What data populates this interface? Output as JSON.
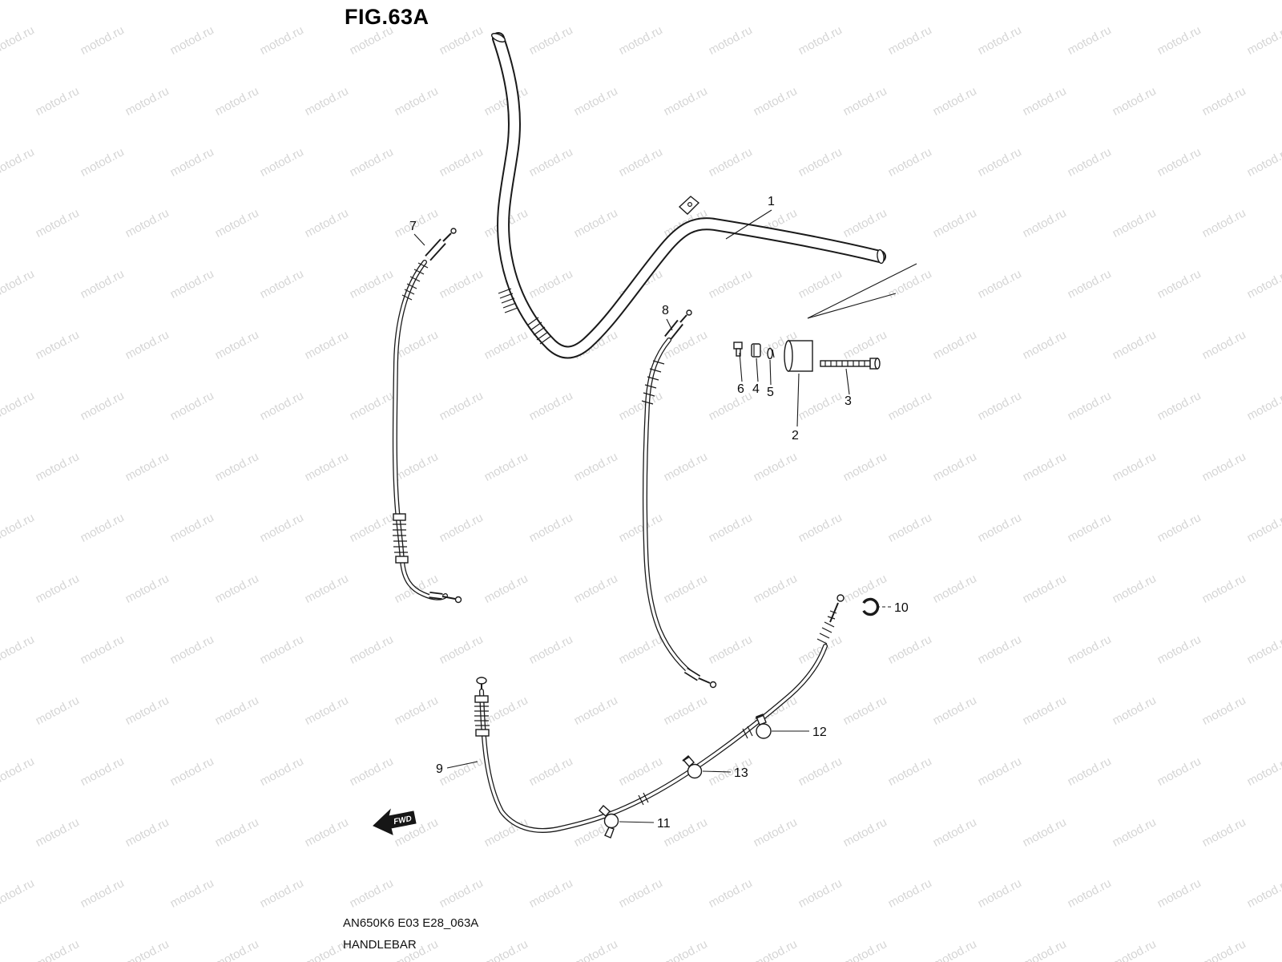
{
  "figure": {
    "title": "FIG.63A",
    "code": "AN650K6 E03 E28_063A",
    "name": "HANDLEBAR",
    "fwd_label": "FWD"
  },
  "watermark": {
    "text": "motod.ru"
  },
  "callouts": [
    "1",
    "2",
    "3",
    "4",
    "5",
    "6",
    "7",
    "8",
    "9",
    "10",
    "11",
    "12",
    "13"
  ]
}
